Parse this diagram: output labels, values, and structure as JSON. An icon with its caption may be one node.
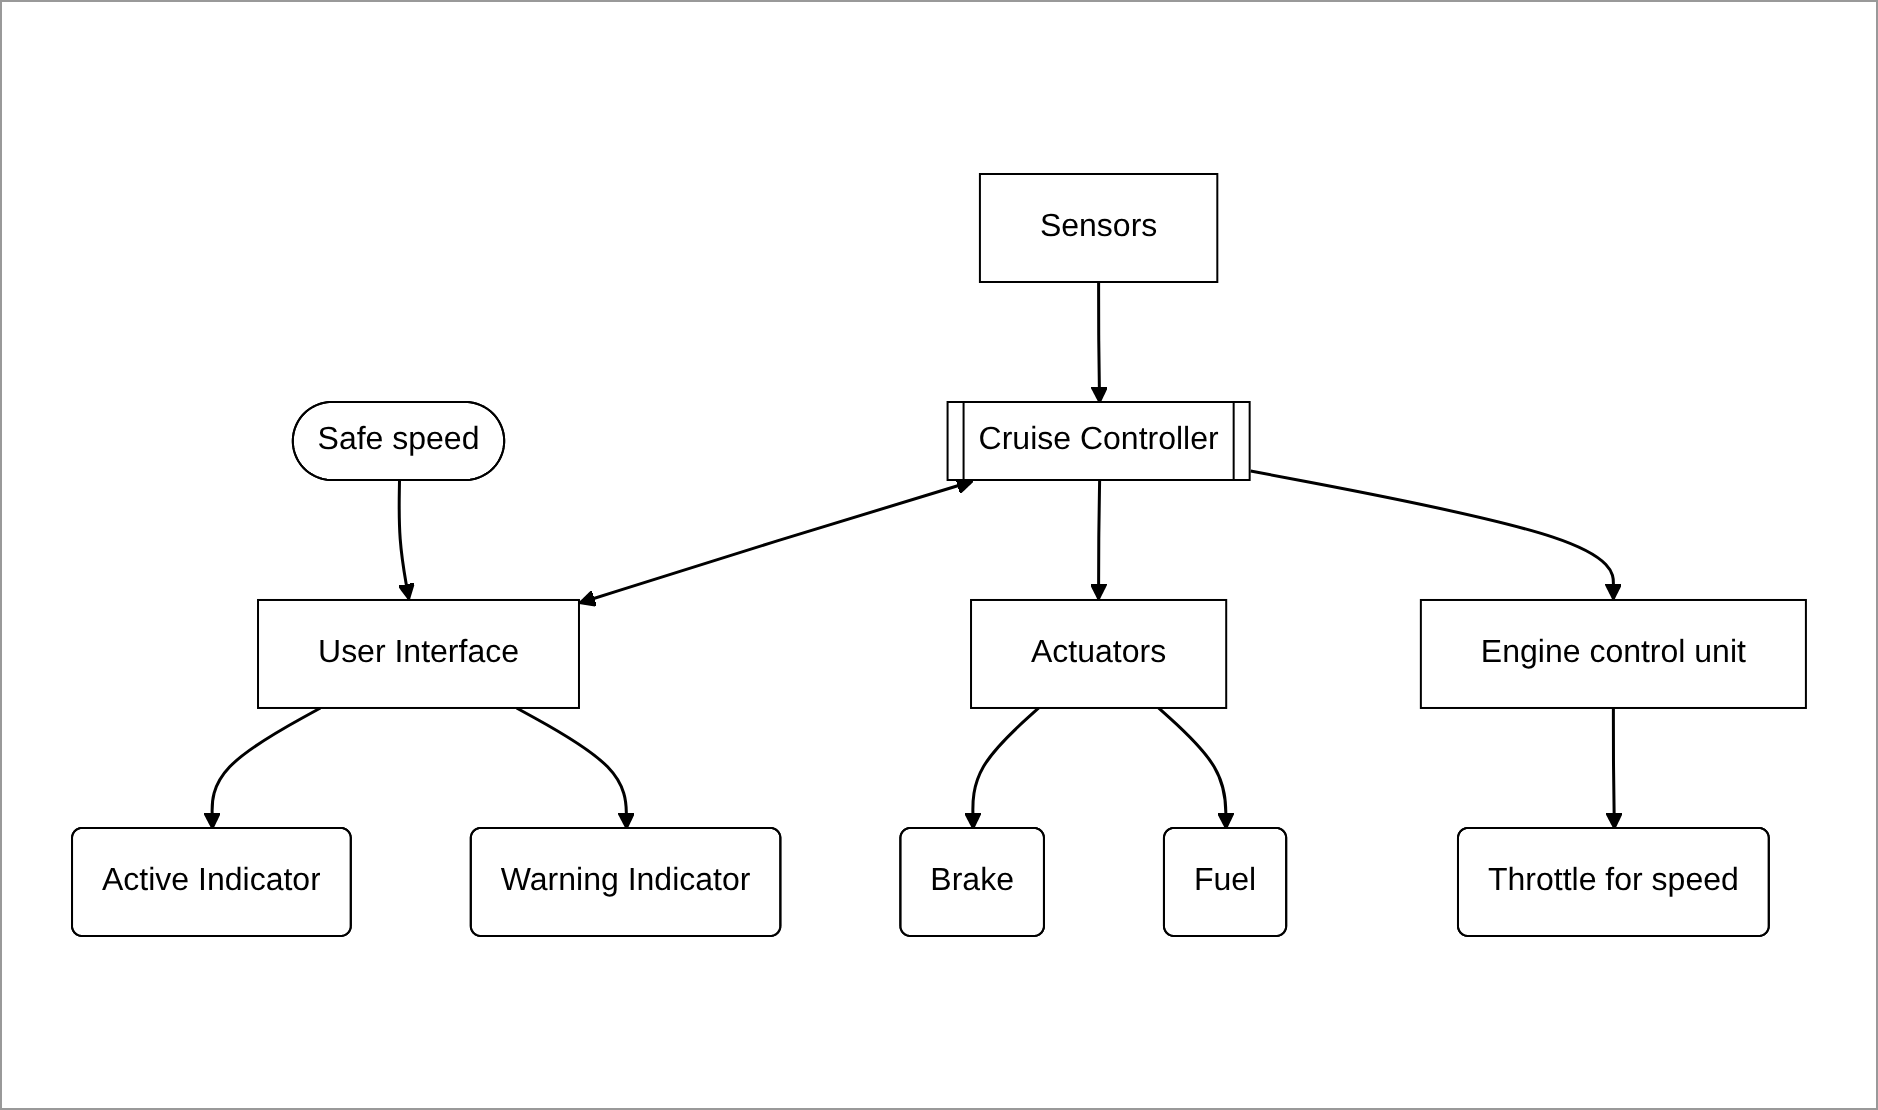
{
  "diagram": {
    "nodes": [
      {
        "text": [
          "Sensors"
        ]
      },
      {
        "text": [
          "Cruise Controller"
        ]
      },
      {
        "text": [
          "Safe speed"
        ]
      },
      {
        "text": [
          "User Interface"
        ]
      },
      {
        "text": [
          "Actuators"
        ]
      },
      {
        "text": [
          "Engine control unit"
        ]
      },
      {
        "text": [
          "Active Indicator"
        ]
      },
      {
        "text": [
          "Warning Indicator"
        ]
      },
      {
        "text": [
          "Brake"
        ]
      },
      {
        "text": [
          "Fuel"
        ]
      },
      {
        "text": [
          "Throttle for speed"
        ]
      }
    ],
    "edges": [
      {
        "from": 0,
        "to": 1,
        "arrow": "to"
      },
      {
        "from": 2,
        "to": 3,
        "arrow": "to"
      },
      {
        "from": 1,
        "to": 3,
        "arrow": "both"
      },
      {
        "from": 1,
        "to": 4,
        "arrow": "to"
      },
      {
        "from": 1,
        "to": 5,
        "arrow": "to"
      },
      {
        "from": 3,
        "to": 6,
        "arrow": "to"
      },
      {
        "from": 3,
        "to": 7,
        "arrow": "to"
      },
      {
        "from": 4,
        "to": 8,
        "arrow": "to"
      },
      {
        "from": 4,
        "to": 9,
        "arrow": "to"
      },
      {
        "from": 5,
        "to": 10,
        "arrow": "to"
      }
    ]
  }
}
